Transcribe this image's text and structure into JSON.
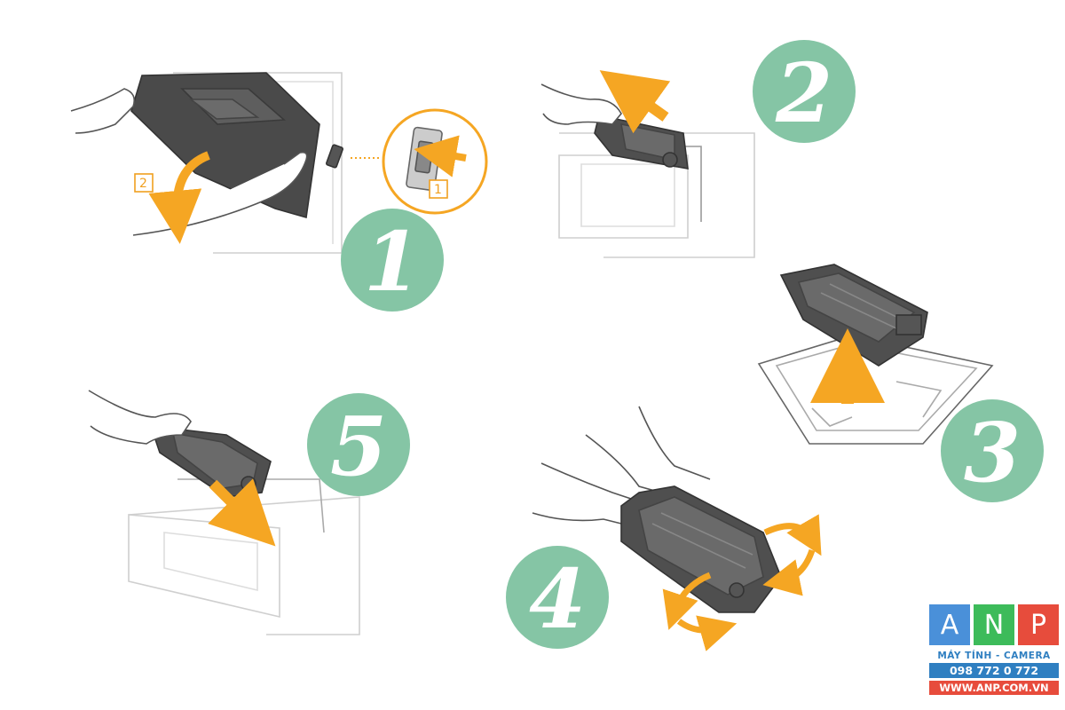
{
  "steps": [
    {
      "number": "1"
    },
    {
      "number": "2"
    },
    {
      "number": "3"
    },
    {
      "number": "4"
    },
    {
      "number": "5"
    }
  ],
  "callouts": {
    "sub_step_1": "1",
    "sub_step_2": "2"
  },
  "colors": {
    "badge": "#85c5a5",
    "arrow": "#f5a623",
    "line": "#999999"
  },
  "logo": {
    "letters": [
      "A",
      "N",
      "P"
    ],
    "tagline": "MÁY TÍNH - CAMERA",
    "phone": "098 772 0 772",
    "website": "WWW.ANP.COM.VN",
    "colors": [
      "#4a90d9",
      "#3dbb5a",
      "#e74c3c"
    ]
  }
}
